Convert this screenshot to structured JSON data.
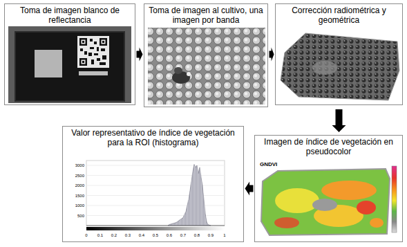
{
  "diagram": {
    "nodes": [
      {
        "text": [
          "Toma de imagen blanco de reflectancia"
        ]
      },
      {
        "text": [
          "Toma de imagen al cultivo, una imagen por banda"
        ]
      },
      {
        "text": [
          "Corrección radiométrica y geométrica"
        ]
      },
      {
        "text": [
          "Imagen de índice de vegetación en pseudocolor"
        ]
      },
      {
        "text": [
          "Valor representativo de índice de vegetación para la ROI (histograma)"
        ]
      }
    ],
    "edges": [
      {
        "from": 0,
        "to": 1,
        "arrow": "to"
      },
      {
        "from": 1,
        "to": 2,
        "arrow": "to"
      },
      {
        "from": 2,
        "to": 3,
        "arrow": "to"
      },
      {
        "from": 3,
        "to": 4,
        "arrow": "to"
      }
    ],
    "labels": [
      "GNDVI",
      "3000",
      "2500",
      "2000",
      "1500",
      "1000",
      "500",
      "0",
      "0.1",
      "0.2",
      "0.3",
      "0.4",
      "0.5",
      "0.6",
      "0.7",
      "0.8",
      "0.9",
      "1"
    ]
  }
}
